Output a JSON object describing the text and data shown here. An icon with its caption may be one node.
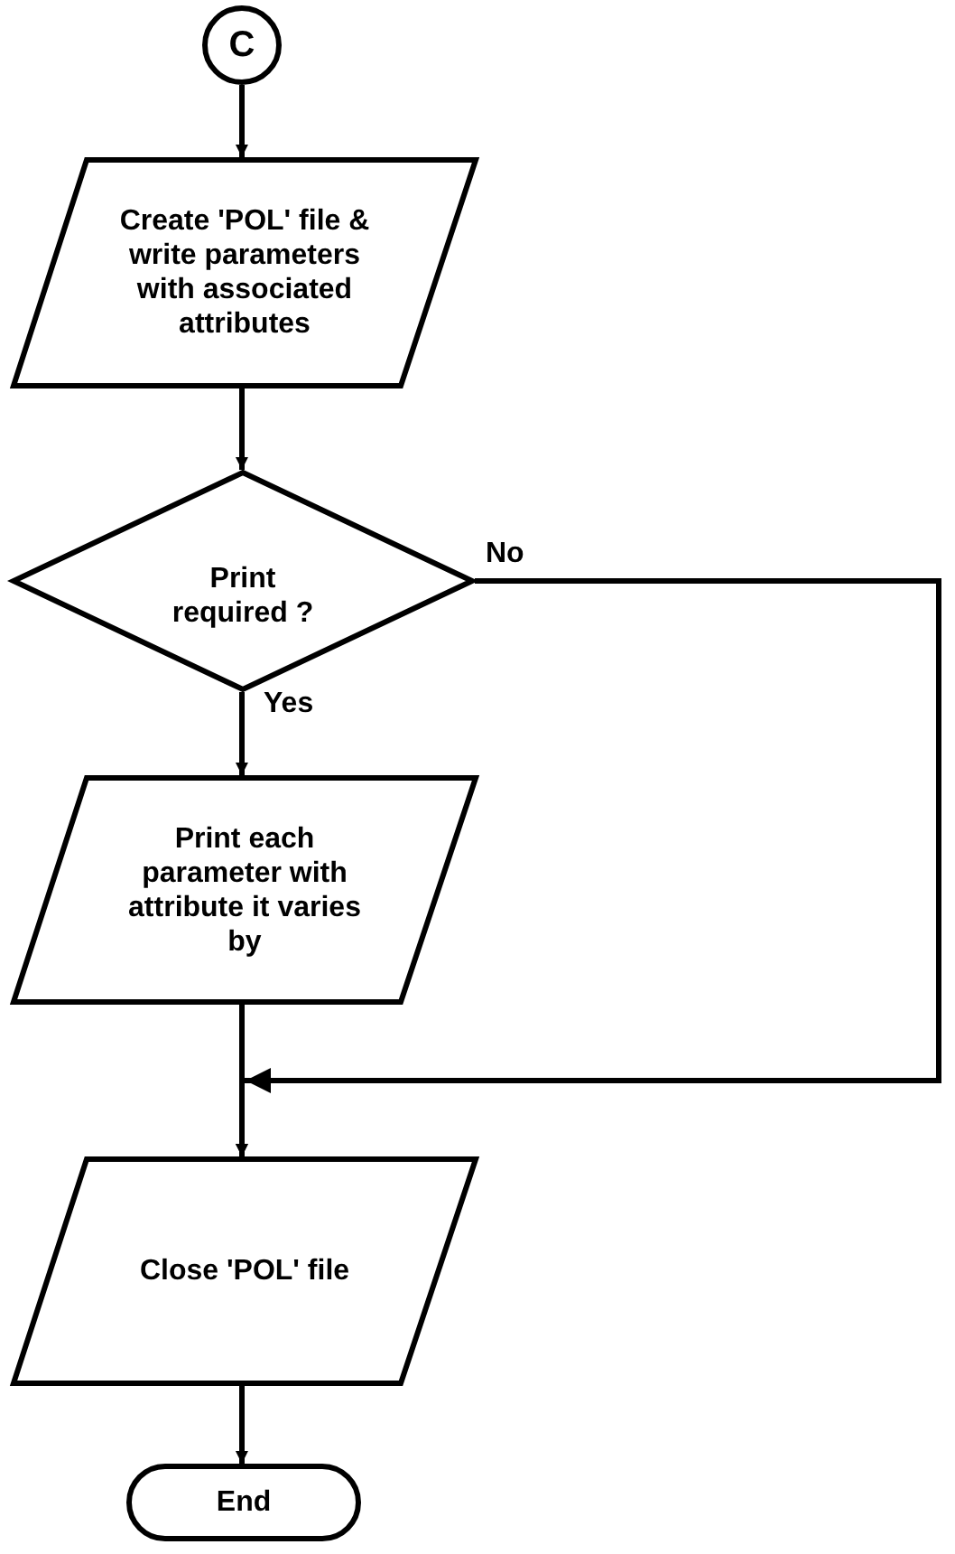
{
  "diagram": {
    "nodes": [
      {
        "text": [
          "C"
        ]
      },
      {
        "text": [
          "Create 'POL' file & write parameters with associated attributes"
        ]
      },
      {
        "text": [
          "Print required ?"
        ]
      },
      {
        "text": [
          "Print each parameter with attribute it varies by"
        ]
      },
      {
        "text": [
          "Close 'POL' file"
        ]
      },
      {
        "text": [
          "End"
        ]
      }
    ],
    "edges": [
      {
        "from": 0,
        "to": 1,
        "arrow": "to"
      },
      {
        "from": 1,
        "to": 2,
        "arrow": "to"
      },
      {
        "from": 2,
        "to": 3,
        "arrow": "to",
        "label": "Yes"
      },
      {
        "from": 2,
        "to": 4,
        "arrow": "to",
        "label": "No"
      },
      {
        "from": 3,
        "to": 4,
        "arrow": "to"
      },
      {
        "from": 4,
        "to": 5,
        "arrow": "to"
      }
    ]
  }
}
